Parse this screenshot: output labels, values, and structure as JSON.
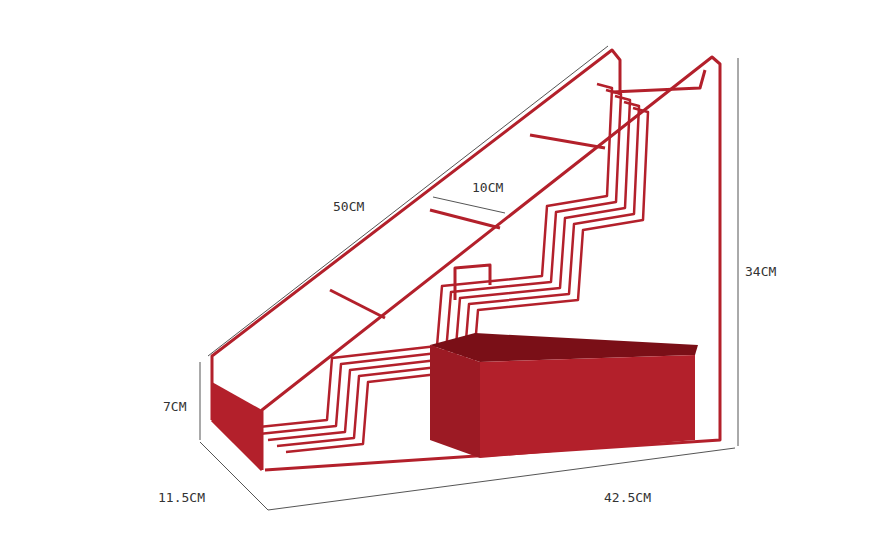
{
  "diagram": {
    "labels": [
      "50CM",
      "10CM",
      "34CM",
      "7CM",
      "11.5CM",
      "42.5CM"
    ]
  }
}
